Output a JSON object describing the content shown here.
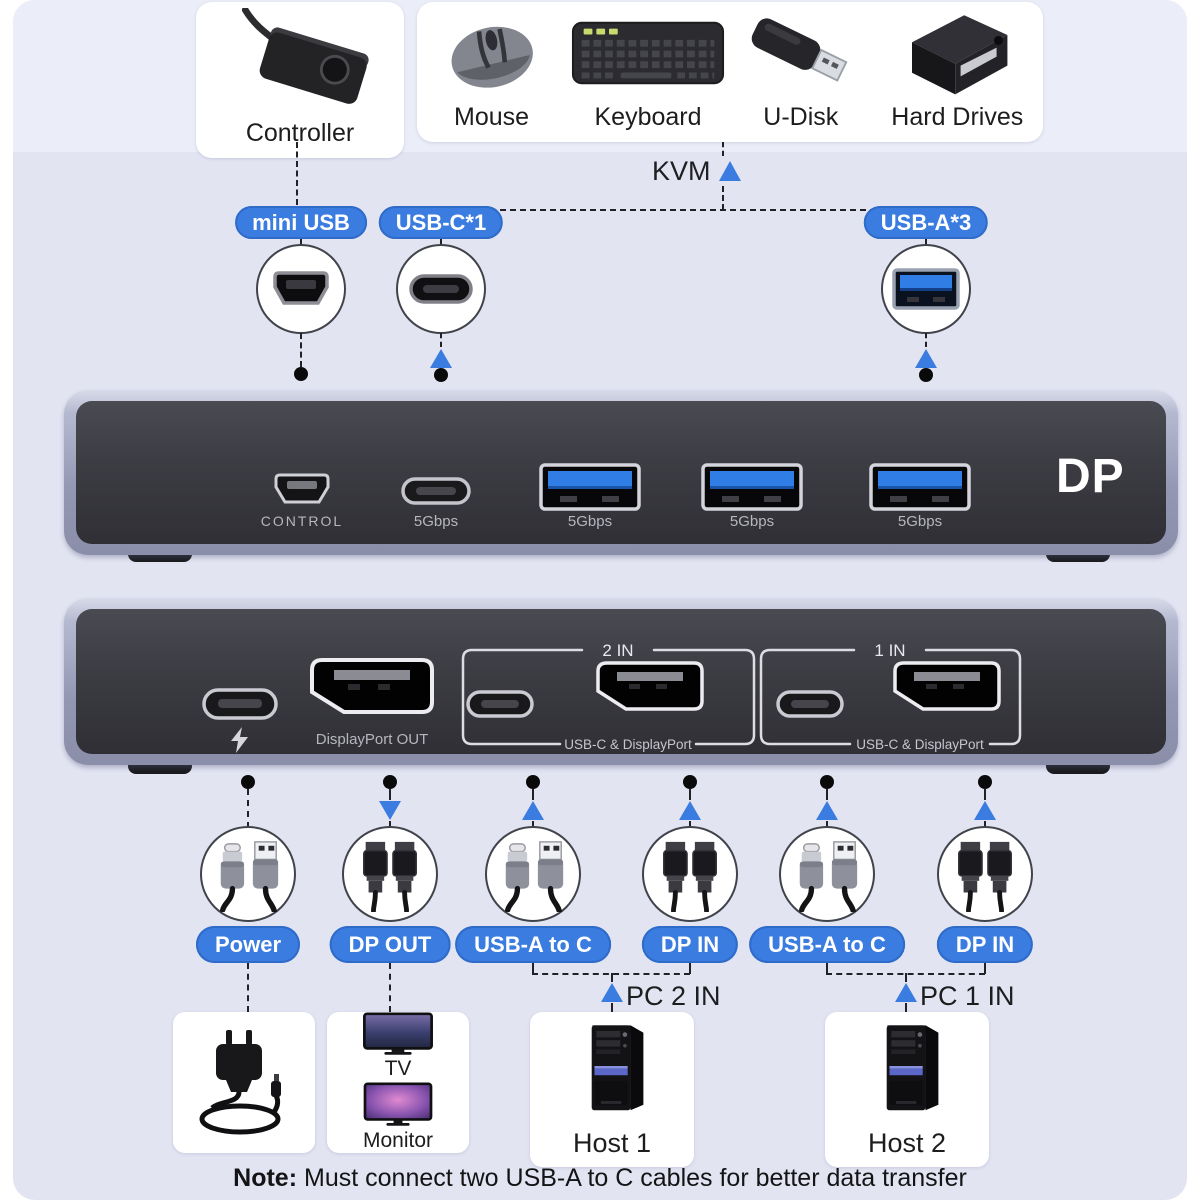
{
  "colors": {
    "background": "#e2e4f2",
    "background_top": "#ebedf8",
    "accent_blue": "#3b7ce0",
    "port_blue": "#2f7de5",
    "panel_face": "#3d3d44",
    "panel_frame": "#9ba0b9"
  },
  "top": {
    "controller": {
      "label": "Controller"
    },
    "peripherals": [
      {
        "label": "Mouse"
      },
      {
        "label": "Keyboard"
      },
      {
        "label": "U-Disk"
      },
      {
        "label": "Hard Drives"
      }
    ],
    "kvm_label": "KVM"
  },
  "callouts": {
    "mini_usb": "mini USB",
    "usb_c": "USB-C*1",
    "usb_a": "USB-A*3"
  },
  "front_panel": {
    "brand": "DP",
    "control_label": "CONTROL",
    "usb_c_label": "5Gbps",
    "usb_a_labels": [
      "5Gbps",
      "5Gbps",
      "5Gbps"
    ]
  },
  "back_panel": {
    "dp_out_label": "DisplayPort OUT",
    "group2": {
      "title": "2 IN",
      "caption": "USB-C & DisplayPort"
    },
    "group1": {
      "title": "1 IN",
      "caption": "USB-C & DisplayPort"
    }
  },
  "cables": [
    {
      "label": "Power"
    },
    {
      "label": "DP OUT"
    },
    {
      "label": "USB-A to C"
    },
    {
      "label": "DP IN"
    },
    {
      "label": "USB-A to C"
    },
    {
      "label": "DP IN"
    }
  ],
  "pc": {
    "pc2": "PC 2 IN",
    "pc1": "PC 1 IN"
  },
  "bottom": {
    "tv": "TV",
    "monitor": "Monitor",
    "host1": "Host 1",
    "host2": "Host 2"
  },
  "note": {
    "prefix": "Note:",
    "text": "Must connect two USB-A to C cables for better data transfer"
  }
}
